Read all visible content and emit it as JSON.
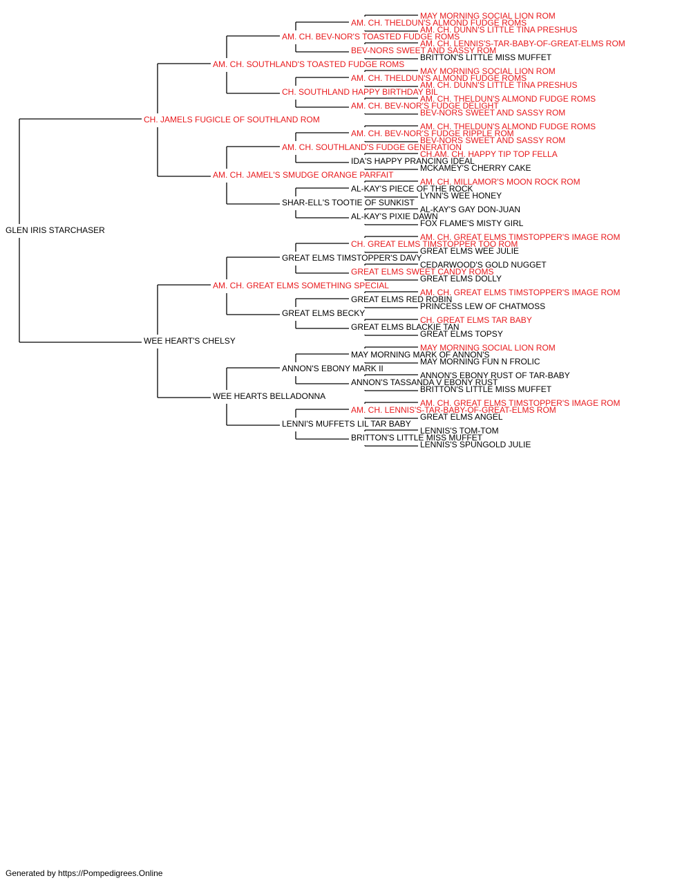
{
  "colors": {
    "champion": "#e8191c",
    "normal": "#000000",
    "line": "#000000"
  },
  "footer": "Generated by https://Pompedigrees.Online",
  "pedigree": {
    "name": "GLEN IRIS STARCHASER",
    "ch": false,
    "sire": {
      "name": "CH. JAMELS FUGICLE OF SOUTHLAND ROM",
      "ch": true,
      "sire": {
        "name": "AM. CH. SOUTHLAND'S TOASTED FUDGE ROMS",
        "ch": true,
        "sire": {
          "name": "AM. CH. BEV-NOR'S TOASTED FUDGE ROMS",
          "ch": true,
          "sire": {
            "name": "AM. CH. THELDUN'S ALMOND FUDGE ROMS",
            "ch": true,
            "sire": {
              "name": "MAY MORNING SOCIAL LION ROM",
              "ch": true
            },
            "dam": {
              "name": "AM. CH. DUNN'S LITTLE TINA PRESHUS",
              "ch": true
            }
          },
          "dam": {
            "name": "BEV-NORS SWEET AND SASSY ROM",
            "ch": true,
            "sire": {
              "name": "AM. CH. LENNIS'S-TAR-BABY-OF-GREAT-ELMS ROM",
              "ch": true
            },
            "dam": {
              "name": "BRITTON'S LITTLE MISS MUFFET",
              "ch": false
            }
          }
        },
        "dam": {
          "name": "CH. SOUTHLAND HAPPY BIRTHDAY BIL",
          "ch": true,
          "sire": {
            "name": "AM. CH. THELDUN'S ALMOND FUDGE ROMS",
            "ch": true,
            "sire": {
              "name": "MAY MORNING SOCIAL LION ROM",
              "ch": true
            },
            "dam": {
              "name": "AM. CH. DUNN'S LITTLE TINA PRESHUS",
              "ch": true
            }
          },
          "dam": {
            "name": "AM. CH. BEV-NOR'S FUDGE DELIGHT",
            "ch": true,
            "sire": {
              "name": "AM. CH. THELDUN'S ALMOND FUDGE ROMS",
              "ch": true
            },
            "dam": {
              "name": "BEV-NORS SWEET AND SASSY ROM",
              "ch": true
            }
          }
        }
      },
      "dam": {
        "name": "AM. CH. JAMEL'S SMUDGE ORANGE PARFAIT",
        "ch": true,
        "sire": {
          "name": "AM. CH. SOUTHLAND'S FUDGE GENERATION",
          "ch": true,
          "sire": {
            "name": "AM. CH. BEV-NOR'S FUDGE RIPPLE ROM",
            "ch": true,
            "sire": {
              "name": "AM. CH. THELDUN'S ALMOND FUDGE ROMS",
              "ch": true
            },
            "dam": {
              "name": "BEV-NORS SWEET AND SASSY ROM",
              "ch": true
            }
          },
          "dam": {
            "name": "IDA'S HAPPY PRANCING IDEAL",
            "ch": false,
            "sire": {
              "name": "CH.AM. CH. HAPPY TIP TOP FELLA",
              "ch": true
            },
            "dam": {
              "name": "MCKAMEY'S CHERRY CAKE",
              "ch": false
            }
          }
        },
        "dam": {
          "name": "SHAR-ELL'S TOOTIE OF SUNKIST",
          "ch": false,
          "sire": {
            "name": "AL-KAY'S PIECE OF THE ROCK",
            "ch": false,
            "sire": {
              "name": "AM. CH. MILLAMOR'S MOON ROCK ROM",
              "ch": true
            },
            "dam": {
              "name": "LYNN'S WEE HONEY",
              "ch": false
            }
          },
          "dam": {
            "name": "AL-KAY'S PIXIE DAWN",
            "ch": false,
            "sire": {
              "name": "AL-KAY'S GAY DON-JUAN",
              "ch": false
            },
            "dam": {
              "name": "FOX FLAME'S MISTY GIRL",
              "ch": false
            }
          }
        }
      }
    },
    "dam": {
      "name": "WEE HEART'S CHELSY",
      "ch": false,
      "sire": {
        "name": "AM. CH. GREAT ELMS SOMETHING SPECIAL",
        "ch": true,
        "sire": {
          "name": "GREAT ELMS TIMSTOPPER'S DAVY",
          "ch": false,
          "sire": {
            "name": "CH. GREAT ELMS TIMSTOPPER TOO ROM",
            "ch": true,
            "sire": {
              "name": "AM. CH. GREAT ELMS TIMSTOPPER'S IMAGE ROM",
              "ch": true
            },
            "dam": {
              "name": "GREAT ELMS WEE JULIE",
              "ch": false
            }
          },
          "dam": {
            "name": "GREAT ELMS SWEET CANDY ROMS",
            "ch": true,
            "sire": {
              "name": "CEDARWOOD'S GOLD NUGGET",
              "ch": false
            },
            "dam": {
              "name": "GREAT ELMS DOLLY",
              "ch": false
            }
          }
        },
        "dam": {
          "name": "GREAT ELMS BECKY",
          "ch": false,
          "sire": {
            "name": "GREAT ELMS RED ROBIN",
            "ch": false,
            "sire": {
              "name": "AM. CH. GREAT ELMS TIMSTOPPER'S IMAGE ROM",
              "ch": true
            },
            "dam": {
              "name": "PRINCESS LEW OF CHATMOSS",
              "ch": false
            }
          },
          "dam": {
            "name": "GREAT ELMS BLACKIE TAN",
            "ch": false,
            "sire": {
              "name": "CH. GREAT ELMS TAR BABY",
              "ch": true
            },
            "dam": {
              "name": "GREAT ELMS TOPSY",
              "ch": false
            }
          }
        }
      },
      "dam": {
        "name": "WEE HEARTS BELLADONNA",
        "ch": false,
        "sire": {
          "name": "ANNON'S EBONY MARK II",
          "ch": false,
          "sire": {
            "name": "MAY MORNING MARK OF ANNON'S",
            "ch": false,
            "sire": {
              "name": "MAY MORNING SOCIAL LION ROM",
              "ch": true
            },
            "dam": {
              "name": "MAY MORNING FUN N FROLIC",
              "ch": false
            }
          },
          "dam": {
            "name": "ANNON'S TASSANDA V EBONY RUST",
            "ch": false,
            "sire": {
              "name": "ANNON'S EBONY RUST OF TAR-BABY",
              "ch": false
            },
            "dam": {
              "name": "BRITTON'S LITTLE MISS MUFFET",
              "ch": false
            }
          }
        },
        "dam": {
          "name": "LENNI'S MUFFETS LIL TAR BABY",
          "ch": false,
          "sire": {
            "name": "AM. CH. LENNIS'S-TAR-BABY-OF-GREAT-ELMS ROM",
            "ch": true,
            "sire": {
              "name": "AM. CH. GREAT ELMS TIMSTOPPER'S IMAGE ROM",
              "ch": true
            },
            "dam": {
              "name": "GREAT ELMS ANGEL",
              "ch": false
            }
          },
          "dam": {
            "name": "BRITTON'S LITTLE MISS MUFFET",
            "ch": false,
            "sire": {
              "name": "LENNIS'S TOM-TOM",
              "ch": false
            },
            "dam": {
              "name": "LENNIS'S SPUNGOLD JULIE",
              "ch": false
            }
          }
        }
      }
    }
  }
}
